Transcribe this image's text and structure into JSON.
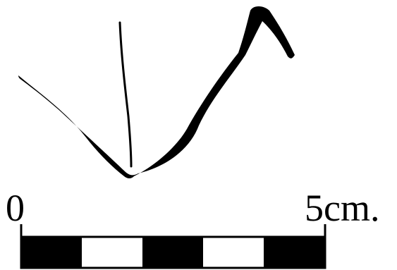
{
  "figure": {
    "colors": {
      "ink": "#000000",
      "background": "#ffffff"
    }
  },
  "scale_bar": {
    "start_label": "0",
    "end_label": "5cm.",
    "segments": [
      "black",
      "white",
      "black",
      "white",
      "black"
    ]
  }
}
